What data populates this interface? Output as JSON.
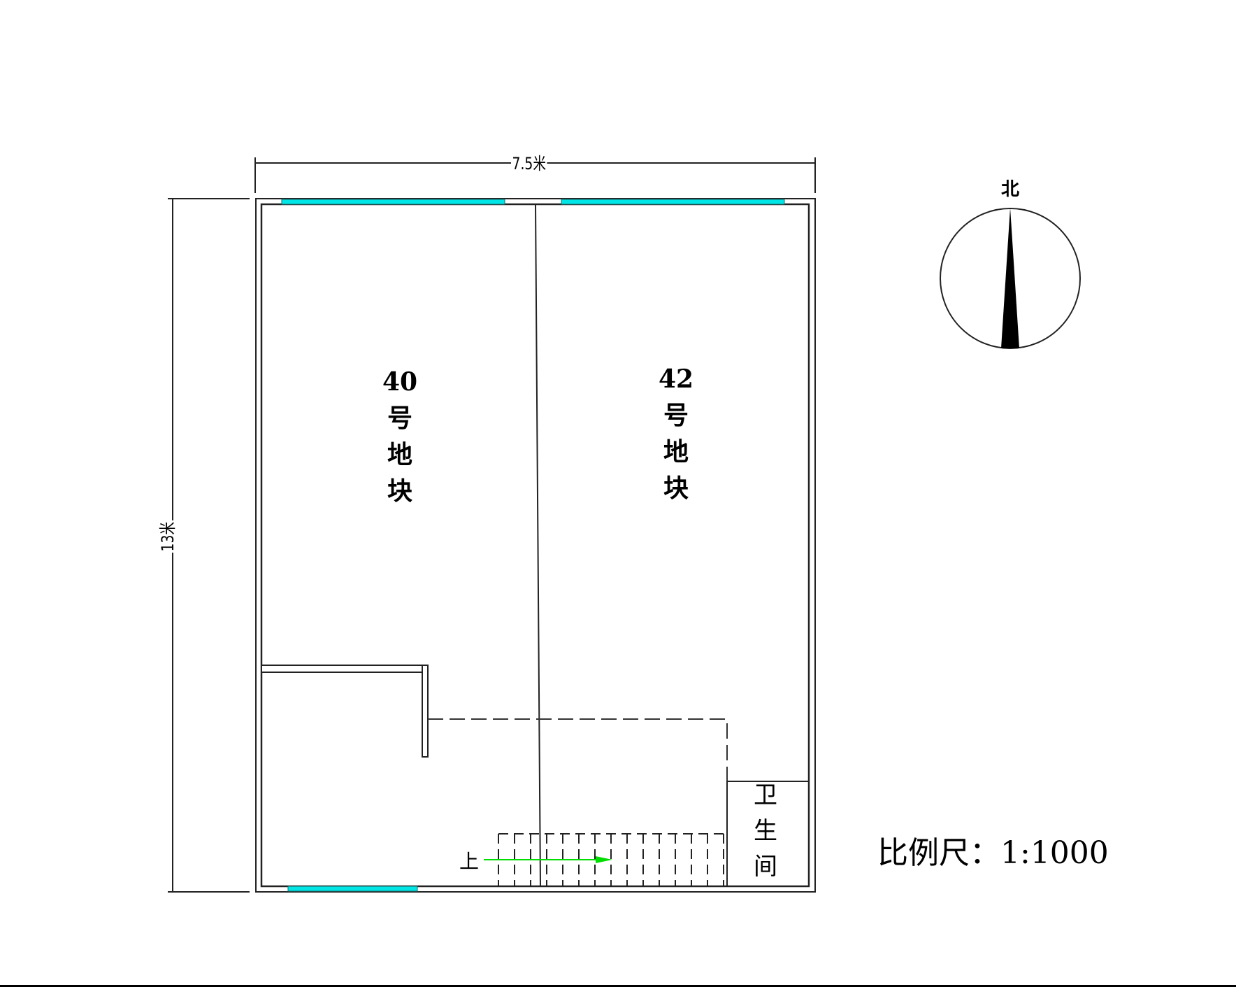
{
  "drawing": {
    "type": "floor-plan",
    "dimensions": {
      "width_label": "7.5米",
      "height_label": "13米"
    },
    "rooms": [
      {
        "id": "plot-40",
        "chars": [
          "40",
          "号",
          "地",
          "块"
        ]
      },
      {
        "id": "plot-42",
        "chars": [
          "42",
          "号",
          "地",
          "块"
        ]
      },
      {
        "id": "bathroom",
        "chars": [
          "卫",
          "生",
          "间"
        ]
      }
    ],
    "stairs": {
      "direction_label": "上",
      "tread_count": 14,
      "arrow_color": "#00dd00"
    },
    "windows_color": "#00e5e5",
    "compass": {
      "label": "北"
    },
    "scale": {
      "label": "比例尺：1:1000"
    }
  }
}
